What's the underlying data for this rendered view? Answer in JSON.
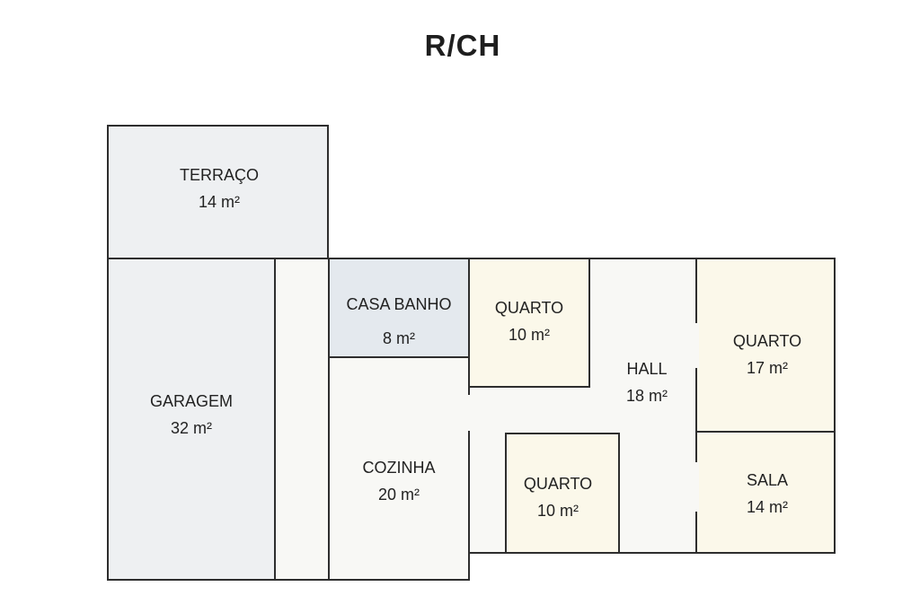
{
  "title": "R/CH",
  "rooms": {
    "terraco": {
      "name": "TERRAÇO",
      "area": "14 m²"
    },
    "garagem": {
      "name": "GARAGEM",
      "area": "32 m²"
    },
    "casa_banho": {
      "name": "CASA BANHO",
      "area": "8 m²"
    },
    "quarto_a": {
      "name": "QUARTO",
      "area": "10 m²"
    },
    "cozinha": {
      "name": "COZINHA",
      "area": "20 m²"
    },
    "quarto_b": {
      "name": "QUARTO",
      "area": "10 m²"
    },
    "hall": {
      "name": "HALL",
      "area": "18 m²"
    },
    "quarto_c": {
      "name": "QUARTO",
      "area": "17 m²"
    },
    "sala": {
      "name": "SALA",
      "area": "14 m²"
    }
  },
  "colors": {
    "wall": "#2e2e2e",
    "terrace_fill": "#eef0f2",
    "bathroom_fill": "#e4e9ee",
    "bedroom_fill": "#fbf8ea",
    "hall_fill": "#f8f8f5"
  }
}
